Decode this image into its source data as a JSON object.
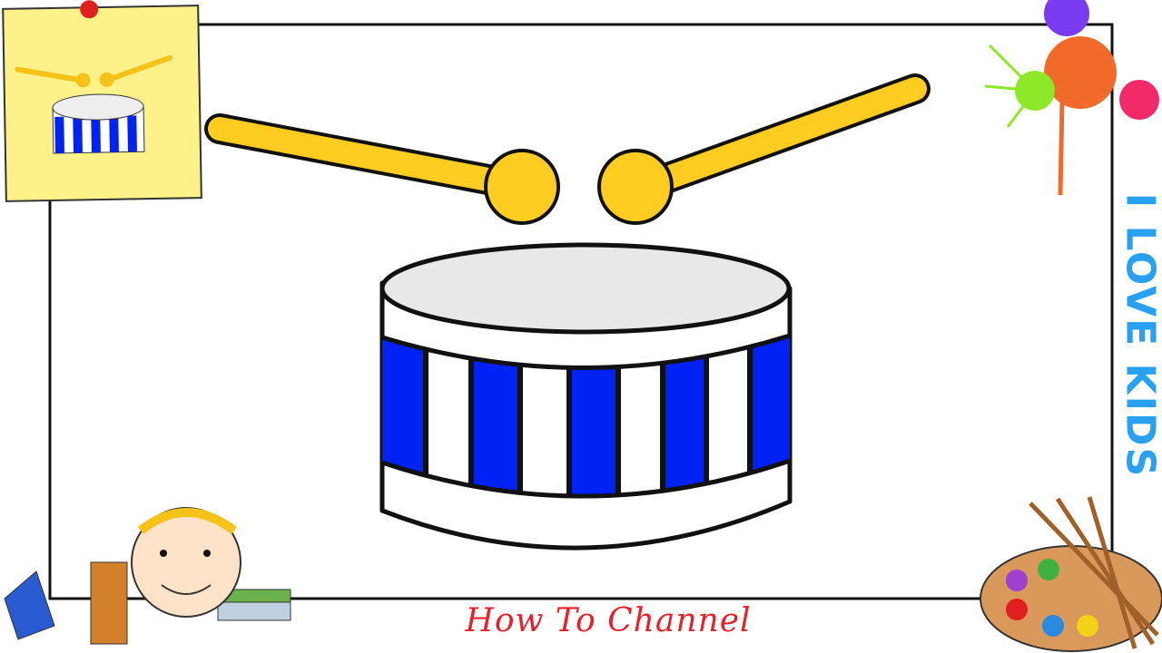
{
  "footer": {
    "text": "How To Channel"
  },
  "side_banner": {
    "text": "I LOVE KIDS"
  },
  "colors": {
    "stick": "#FFCC22",
    "drum_blue": "#0022F5",
    "drum_head": "#E8E8E8",
    "footer_text": "#E8202A",
    "banner": "#2AA0F0",
    "sticky_note": "#FDF28A"
  },
  "drum": {
    "stripes": [
      "blue",
      "white",
      "blue",
      "white",
      "blue",
      "white",
      "blue",
      "white",
      "blue"
    ]
  }
}
